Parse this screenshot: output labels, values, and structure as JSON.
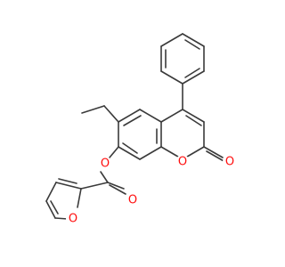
{
  "molecule": {
    "atoms": [
      {
        "id": "o_ester",
        "label": "O",
        "color": "#ff0d0d"
      },
      {
        "id": "o_carbonyl",
        "label": "O",
        "color": "#ff0d0d"
      },
      {
        "id": "o_furan",
        "label": "O",
        "color": "#ff0d0d"
      },
      {
        "id": "o_ring",
        "label": "O",
        "color": "#ff0d0d"
      },
      {
        "id": "o_lactone",
        "label": "O",
        "color": "#ff0d0d"
      }
    ],
    "bond_color": "#3a3a3a"
  }
}
